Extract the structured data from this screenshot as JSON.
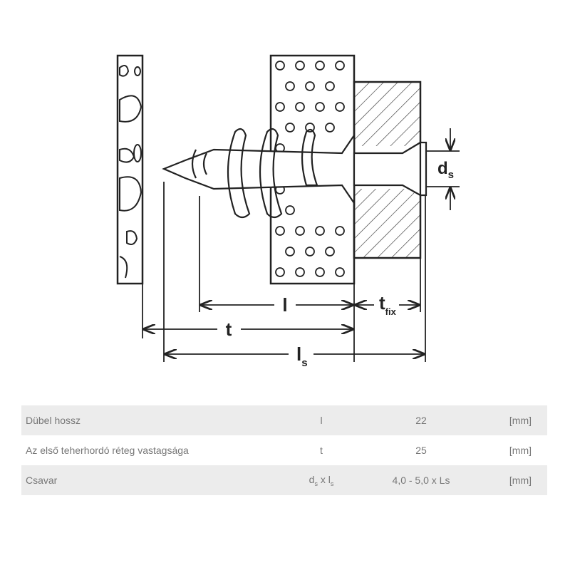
{
  "diagram": {
    "labels": {
      "l": "l",
      "t": "t",
      "t_fix_main": "t",
      "t_fix_sub": "fix",
      "ls_main": "l",
      "ls_sub": "s",
      "ds_main": "d",
      "ds_sub": "s"
    }
  },
  "table": {
    "rows": [
      {
        "name": "Dübel hossz",
        "symbol": "l",
        "value": "22",
        "unit": "[mm]"
      },
      {
        "name": "Az első teherhordó réteg vastagsága",
        "symbol": "t",
        "value": "25",
        "unit": "[mm]"
      },
      {
        "name": "Csavar",
        "symbol_d": "d",
        "symbol_d_sub": "s",
        "symbol_x": " x ",
        "symbol_l": "l",
        "symbol_l_sub": "s",
        "value": "4,0 - 5,0 x Ls",
        "unit": "[mm]"
      }
    ]
  }
}
